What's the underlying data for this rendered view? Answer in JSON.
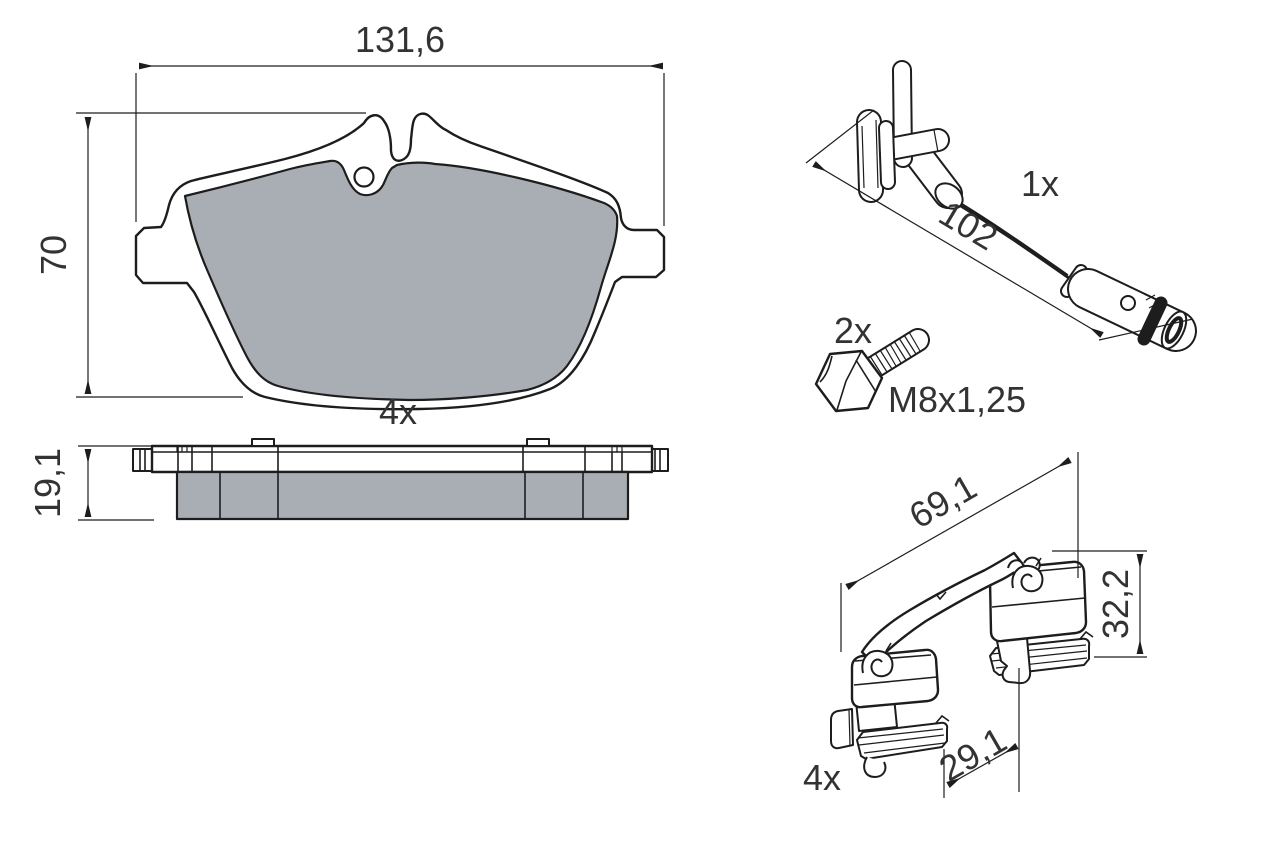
{
  "drawing": {
    "brake_pad": {
      "width_mm": "131,6",
      "height_mm": "70",
      "thickness_mm": "19,1",
      "quantity": "4x"
    },
    "wear_sensor": {
      "length_mm": "102",
      "quantity": "1x"
    },
    "bolt": {
      "thread": "M8x1,25",
      "quantity": "2x"
    },
    "retaining_clip": {
      "length_mm": "69,1",
      "height_mm": "32,2",
      "depth_mm": "29,1",
      "quantity": "4x"
    }
  },
  "colors": {
    "line": "#1d1d1d",
    "text": "#333333",
    "friction": "#a9aeb5",
    "bg": "#ffffff"
  }
}
